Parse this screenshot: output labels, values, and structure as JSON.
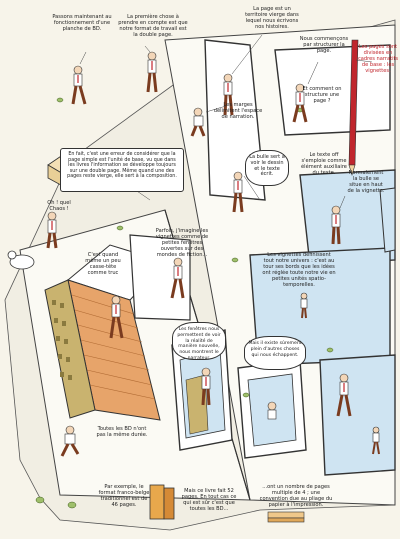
{
  "texts": {
    "t1": "Passons maintenant au fonctionnement d'une planche de BD.",
    "t2": "La première chose à prendre en compte est que notre format de travail est la double page.",
    "t3": "La page est un territoire vierge dans lequel nous écrivons nos histoires.",
    "t4": "Nous commençons par structurer la page.",
    "t5": "Les pages sont divisées en cadres narratifs de base : les vignettes.",
    "t6": "Les marges délimitent l'espace de narration.",
    "t7": "Et comment on structure une page ?",
    "t8": "En fait, c'est une erreur de considérer que la page simple est l'unité de base, vu que dans les livres l'information se développe toujours sur une double page. Même quand une des pages reste vierge, elle sert à la composition.",
    "t9": "La bulle sert à voir le dessin et le texte écrit.",
    "t10": "Le texte off s'emploie comme élément auxiliaire du texte.",
    "t11": "Normalement la bulle se situe en haut de la vignette.",
    "t12": "Oh ! quel Chaos !",
    "t13": "C'est quand même un peu casse-tête comme truc",
    "t14": "Parfois, j'imagine les vignettes comme de petites fenêtres ouvertes sur des mondes de fiction...",
    "t15": "Les vignettes définissent tout notre univers : c'est au tour ses bords que les idées ont réglée toute notre vie en petites unités spatio-temporelles.",
    "t16": "Les fenêtres nous permettent de voir la réalité de manière nouvelle, nous montrent le narrateur.",
    "t17": "Mais il existe sûrement plein d'autres choses qui nous échappent.",
    "t18": "Toutes les BD n'ont pas la même durée.",
    "t19": "Par exemple, le format franco-belge traditionnel est de 46 pages.",
    "t20": "Mais ce livre fait 52 pages. En tout cas ce qui est sûr c'est que toutes les BD...",
    "t21": "...ont un nombre de pages multiple de 4 ; une convention due au pliage du papier à l'impression."
  },
  "colors": {
    "paper": "#f7f4ea",
    "ink": "#2b2b2b",
    "shirt": "#ffffff",
    "tie": "#c0262d",
    "pants": "#7a3b1f",
    "sky": "#cfe4f2",
    "wood": "#e7a46a",
    "grass": "#9fbf6b"
  }
}
